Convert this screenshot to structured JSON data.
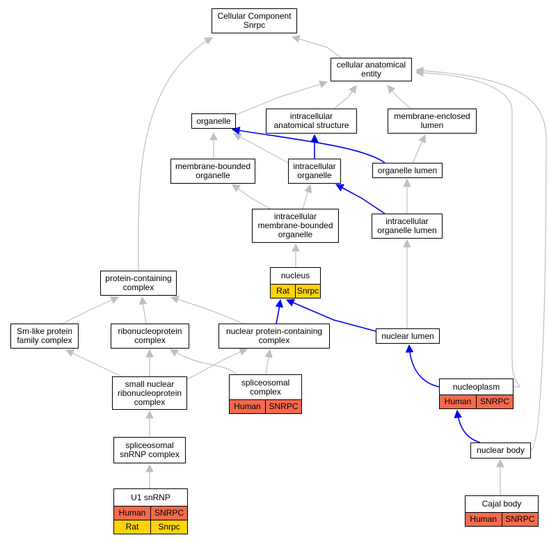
{
  "colors": {
    "gray_edge": "#bfbfbf",
    "blue_edge": "#0000ee",
    "human": "#f46a4e",
    "rat": "#ffd20a"
  },
  "nodes": {
    "cellular_component": {
      "label": "Cellular Component\nSnrpc"
    },
    "cellular_anatomical_entity": {
      "label": "cellular anatomical\nentity"
    },
    "organelle": {
      "label": "organelle"
    },
    "intracellular_anatomical_structure": {
      "label": "intracellular\nanatomical structure"
    },
    "membrane_enclosed_lumen": {
      "label": "membrane-enclosed\nlumen"
    },
    "membrane_bounded_organelle": {
      "label": "membrane-bounded\norganelle"
    },
    "intracellular_organelle": {
      "label": "intracellular\norganelle"
    },
    "organelle_lumen": {
      "label": "organelle lumen"
    },
    "intracellular_membrane_bounded_organelle": {
      "label": "intracellular\nmembrane-bounded\norganelle"
    },
    "intracellular_organelle_lumen": {
      "label": "intracellular\norganelle lumen"
    },
    "nucleus": {
      "label": "nucleus",
      "annotations": [
        [
          "Rat",
          "Snrpc"
        ]
      ]
    },
    "protein_containing_complex": {
      "label": "protein-containing\ncomplex"
    },
    "sm_like_protein_family_complex": {
      "label": "Sm-like protein\nfamily complex"
    },
    "ribonucleoprotein_complex": {
      "label": "ribonucleoprotein\ncomplex"
    },
    "nuclear_protein_containing_complex": {
      "label": "nuclear protein-containing\ncomplex"
    },
    "nuclear_lumen": {
      "label": "nuclear lumen"
    },
    "small_nuclear_ribonucleoprotein_complex": {
      "label": "small nuclear\nribonucleoprotein\ncomplex"
    },
    "spliceosomal_complex": {
      "label": "spliceosomal\ncomplex",
      "annotations": [
        [
          "Human",
          "SNRPC"
        ]
      ]
    },
    "nucleoplasm": {
      "label": "nucleoplasm",
      "annotations": [
        [
          "Human",
          "SNRPC"
        ]
      ]
    },
    "spliceosomal_snrnp_complex": {
      "label": "spliceosomal\nsnRNP complex"
    },
    "nuclear_body": {
      "label": "nuclear body"
    },
    "u1_snrnp": {
      "label": "U1 snRNP",
      "annotations": [
        [
          "Human",
          "SNRPC"
        ],
        [
          "Rat",
          "Snrpc"
        ]
      ]
    },
    "cajal_body": {
      "label": "Cajal body",
      "annotations": [
        [
          "Human",
          "SNRPC"
        ]
      ]
    }
  },
  "edges": [
    {
      "from": "cellular_anatomical_entity",
      "to": "cellular_component",
      "color": "gray"
    },
    {
      "from": "protein_containing_complex",
      "to": "cellular_component",
      "color": "gray"
    },
    {
      "from": "organelle",
      "to": "cellular_anatomical_entity",
      "color": "gray"
    },
    {
      "from": "intracellular_anatomical_structure",
      "to": "cellular_anatomical_entity",
      "color": "gray"
    },
    {
      "from": "membrane_enclosed_lumen",
      "to": "cellular_anatomical_entity",
      "color": "gray"
    },
    {
      "from": "nucleoplasm",
      "to": "cellular_anatomical_entity",
      "color": "gray"
    },
    {
      "from": "nuclear_body",
      "to": "cellular_anatomical_entity",
      "color": "gray"
    },
    {
      "from": "membrane_bounded_organelle",
      "to": "organelle",
      "color": "gray"
    },
    {
      "from": "intracellular_organelle",
      "to": "organelle",
      "color": "gray"
    },
    {
      "from": "organelle_lumen",
      "to": "organelle",
      "color": "blue"
    },
    {
      "from": "intracellular_organelle",
      "to": "intracellular_anatomical_structure",
      "color": "blue"
    },
    {
      "from": "organelle_lumen",
      "to": "membrane_enclosed_lumen",
      "color": "gray"
    },
    {
      "from": "intracellular_membrane_bounded_organelle",
      "to": "membrane_bounded_organelle",
      "color": "gray"
    },
    {
      "from": "intracellular_membrane_bounded_organelle",
      "to": "intracellular_organelle",
      "color": "gray"
    },
    {
      "from": "intracellular_organelle_lumen",
      "to": "intracellular_organelle",
      "color": "blue"
    },
    {
      "from": "intracellular_organelle_lumen",
      "to": "organelle_lumen",
      "color": "gray"
    },
    {
      "from": "nucleus",
      "to": "intracellular_membrane_bounded_organelle",
      "color": "gray"
    },
    {
      "from": "nuclear_protein_containing_complex",
      "to": "nucleus",
      "color": "blue"
    },
    {
      "from": "nuclear_lumen",
      "to": "nucleus",
      "color": "blue"
    },
    {
      "from": "nuclear_lumen",
      "to": "intracellular_organelle_lumen",
      "color": "gray"
    },
    {
      "from": "sm_like_protein_family_complex",
      "to": "protein_containing_complex",
      "color": "gray"
    },
    {
      "from": "ribonucleoprotein_complex",
      "to": "protein_containing_complex",
      "color": "gray"
    },
    {
      "from": "nuclear_protein_containing_complex",
      "to": "protein_containing_complex",
      "color": "gray"
    },
    {
      "from": "small_nuclear_ribonucleoprotein_complex",
      "to": "sm_like_protein_family_complex",
      "color": "gray"
    },
    {
      "from": "small_nuclear_ribonucleoprotein_complex",
      "to": "ribonucleoprotein_complex",
      "color": "gray"
    },
    {
      "from": "small_nuclear_ribonucleoprotein_complex",
      "to": "nuclear_protein_containing_complex",
      "color": "gray"
    },
    {
      "from": "spliceosomal_complex",
      "to": "ribonucleoprotein_complex",
      "color": "gray"
    },
    {
      "from": "spliceosomal_complex",
      "to": "nuclear_protein_containing_complex",
      "color": "gray"
    },
    {
      "from": "nucleoplasm",
      "to": "nuclear_lumen",
      "color": "blue"
    },
    {
      "from": "spliceosomal_snrnp_complex",
      "to": "small_nuclear_ribonucleoprotein_complex",
      "color": "gray"
    },
    {
      "from": "nuclear_body",
      "to": "nucleoplasm",
      "color": "blue"
    },
    {
      "from": "u1_snrnp",
      "to": "spliceosomal_snrnp_complex",
      "color": "gray"
    },
    {
      "from": "cajal_body",
      "to": "nuclear_body",
      "color": "gray"
    }
  ]
}
